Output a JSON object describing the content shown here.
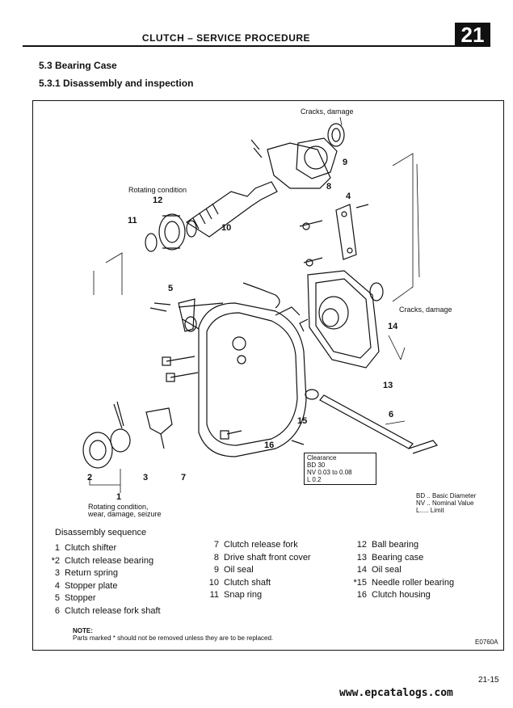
{
  "header": {
    "title": "CLUTCH – SERVICE PROCEDURE",
    "chapter": "21"
  },
  "section": {
    "title": "5.3  Bearing Case",
    "subtitle": "5.3.1  Disassembly and inspection"
  },
  "diagram": {
    "callouts": {
      "c1": "1",
      "c2": "2",
      "c3": "3",
      "c4": "4",
      "c5": "5",
      "c6": "6",
      "c7": "7",
      "c8": "8",
      "c9": "9",
      "c10": "10",
      "c11": "11",
      "c12": "12",
      "c13": "13",
      "c14": "14",
      "c15": "15",
      "c16": "16"
    },
    "notes": {
      "cracks_top": "Cracks, damage",
      "cracks_right": "Cracks, damage",
      "rotating": "Rotating condition",
      "rotating_bottom_1": "Rotating condition,",
      "rotating_bottom_2": "wear, damage, seizure"
    },
    "clearance": {
      "title": "Clearance",
      "bd": "BD 30",
      "nv": "NV 0.03 to 0.08",
      "l": "L    0.2"
    },
    "legend": {
      "bd": "BD .. Basic Diameter",
      "nv": "NV .. Nominal Value",
      "l": "L..... Limit"
    }
  },
  "sequence": {
    "title": "Disassembly sequence",
    "col1": [
      {
        "num": "1",
        "text": "Clutch shifter"
      },
      {
        "num": "*2",
        "text": "Clutch release bearing"
      },
      {
        "num": "3",
        "text": "Return spring"
      },
      {
        "num": "4",
        "text": "Stopper plate"
      },
      {
        "num": "5",
        "text": "Stopper"
      },
      {
        "num": "6",
        "text": "Clutch release fork shaft"
      }
    ],
    "col2": [
      {
        "num": "7",
        "text": "Clutch release fork"
      },
      {
        "num": "8",
        "text": "Drive shaft front cover"
      },
      {
        "num": "9",
        "text": "Oil seal"
      },
      {
        "num": "10",
        "text": "Clutch shaft"
      },
      {
        "num": "11",
        "text": "Snap ring"
      }
    ],
    "col3": [
      {
        "num": "12",
        "text": "Ball bearing"
      },
      {
        "num": "13",
        "text": "Bearing case"
      },
      {
        "num": "14",
        "text": "Oil seal"
      },
      {
        "num": "*15",
        "text": "Needle roller bearing"
      },
      {
        "num": "16",
        "text": "Clutch housing"
      }
    ]
  },
  "note": {
    "title": "NOTE:",
    "text": "Parts marked * should not be removed unless they are to be replaced."
  },
  "footer": {
    "code": "E0760A",
    "page": "21-15",
    "site": "www.epcatalogs.com"
  }
}
